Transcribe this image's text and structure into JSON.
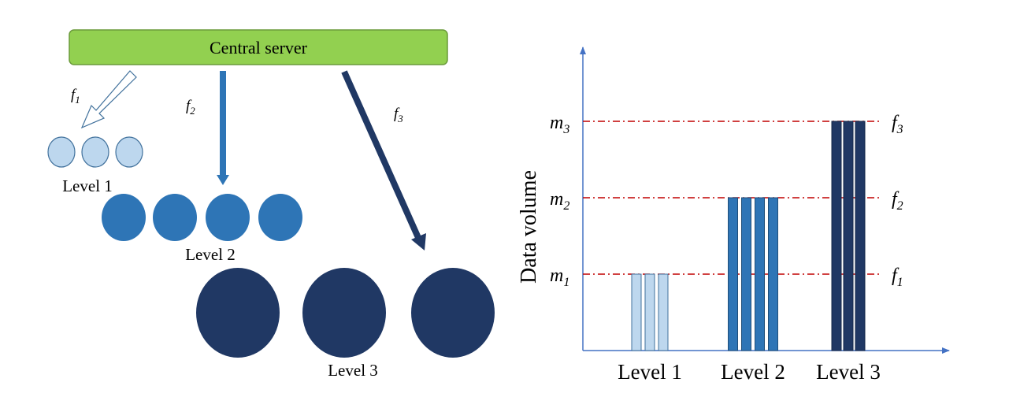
{
  "left_diagram": {
    "server_label": "Central server",
    "arrows": [
      {
        "var": "f",
        "sub": "1"
      },
      {
        "var": "f",
        "sub": "2"
      },
      {
        "var": "f",
        "sub": "3"
      }
    ],
    "levels": [
      {
        "label": "Level 1",
        "nodes": 3
      },
      {
        "label": "Level 2",
        "nodes": 4
      },
      {
        "label": "Level 3",
        "nodes": 3
      }
    ]
  },
  "chart_data": {
    "type": "bar",
    "ylabel": "Data volume",
    "categories": [
      "Level 1",
      "Level 2",
      "Level 3"
    ],
    "bars_per_group": [
      3,
      4,
      3
    ],
    "values": [
      1,
      2,
      3
    ],
    "y_ticks": [
      {
        "var": "m",
        "sub": "1",
        "value": 1
      },
      {
        "var": "m",
        "sub": "2",
        "value": 2
      },
      {
        "var": "m",
        "sub": "3",
        "value": 3
      }
    ],
    "ref_line_labels": [
      {
        "var": "f",
        "sub": "1",
        "value": 1
      },
      {
        "var": "f",
        "sub": "2",
        "value": 2
      },
      {
        "var": "f",
        "sub": "3",
        "value": 3
      }
    ],
    "ylim": [
      0,
      3.9
    ],
    "grid": false
  },
  "colors": {
    "server_fill": "#92d050",
    "server_border": "#6a9a3a",
    "level1": "#bdd7ee",
    "level2": "#2e75b6",
    "level3": "#203864",
    "axis": "#4472c4",
    "ref_line": "#c00000",
    "arrow1_fill": "#ffffff",
    "arrow1_stroke": "#41719c"
  }
}
